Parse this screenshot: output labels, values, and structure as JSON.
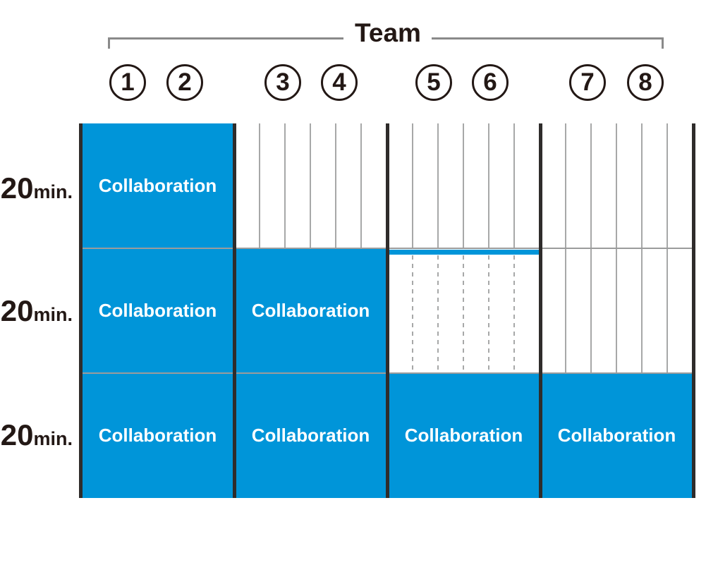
{
  "header": {
    "title": "Team"
  },
  "teams": [
    {
      "number": "1"
    },
    {
      "number": "2"
    },
    {
      "number": "3"
    },
    {
      "number": "4"
    },
    {
      "number": "5"
    },
    {
      "number": "6"
    },
    {
      "number": "7"
    },
    {
      "number": "8"
    }
  ],
  "team_groups": [
    "teams-1-2",
    "teams-3-4",
    "teams-5-6",
    "teams-7-8"
  ],
  "rows": [
    {
      "time_value": "20",
      "time_unit": "min.",
      "cells": [
        {
          "group": "teams-1-2",
          "type": "collaboration",
          "label": "Collaboration"
        },
        {
          "group": "teams-3-4",
          "type": "individual-lanes"
        },
        {
          "group": "teams-5-6",
          "type": "individual-lanes"
        },
        {
          "group": "teams-7-8",
          "type": "individual-lanes"
        }
      ]
    },
    {
      "time_value": "20",
      "time_unit": "min.",
      "cells": [
        {
          "group": "teams-1-2",
          "type": "collaboration",
          "label": "Collaboration"
        },
        {
          "group": "teams-3-4",
          "type": "collaboration",
          "label": "Collaboration"
        },
        {
          "group": "teams-5-6",
          "type": "collaboration-strip-then-dashed-lanes"
        },
        {
          "group": "teams-7-8",
          "type": "individual-lanes"
        }
      ]
    },
    {
      "time_value": "20",
      "time_unit": "min.",
      "cells": [
        {
          "group": "teams-1-2",
          "type": "collaboration",
          "label": "Collaboration"
        },
        {
          "group": "teams-3-4",
          "type": "collaboration",
          "label": "Collaboration"
        },
        {
          "group": "teams-5-6",
          "type": "collaboration",
          "label": "Collaboration"
        },
        {
          "group": "teams-7-8",
          "type": "collaboration",
          "label": "Collaboration"
        }
      ]
    }
  ],
  "colors": {
    "collaboration_blue": "#0095d9",
    "text_dark": "#231815",
    "divider_gray": "#9b9c9c",
    "lane_gray": "#a7a8a8",
    "bracket_gray": "#8a8a8a",
    "frame_black": "#2f2c2b",
    "cell_text_white": "#ffffff"
  }
}
